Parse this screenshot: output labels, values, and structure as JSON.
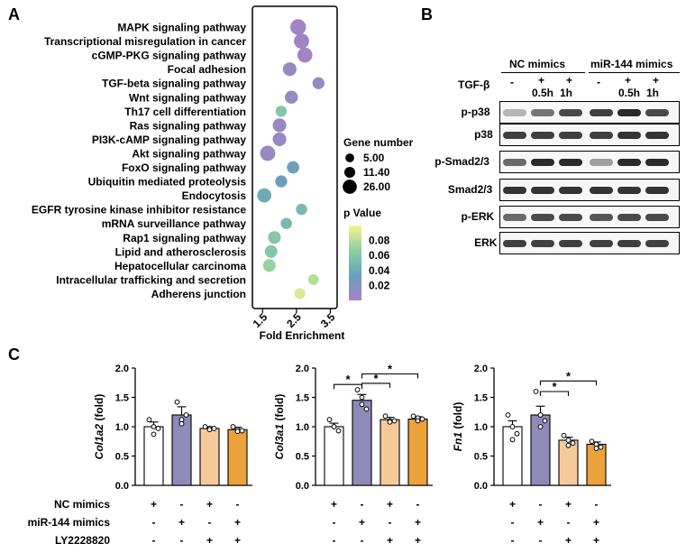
{
  "panels": {
    "a": "A",
    "b": "B",
    "c": "C"
  },
  "chart_data": [
    {
      "type": "scatter",
      "subtype": "bubble",
      "categories": [
        "MAPK signaling pathway",
        "Transcriptional misregulation in cancer",
        "cGMP-PKG signaling pathway",
        "Focal adhesion",
        "TGF-beta signaling pathway",
        "Wnt signaling pathway",
        "Th17 cell differentiation",
        "Ras signaling pathway",
        "PI3K-cAMP signaling pathway",
        "Akt signaling pathway",
        "FoxO signaling pathway",
        "Ubiquitin mediated proteolysis",
        "Endocytosis",
        "EGFR tyrosine kinase inhibitor resistance",
        "mRNA surveillance pathway",
        "Rap1 signaling pathway",
        "Lipid and atherosclerosis",
        "Hepatocellular carcinoma",
        "Intracellular trafficking and secretion",
        "Adherens junction"
      ],
      "x": [
        2.55,
        2.65,
        2.75,
        2.3,
        3.15,
        2.35,
        2.05,
        2.0,
        2.0,
        1.65,
        2.4,
        2.05,
        1.55,
        2.65,
        2.2,
        1.85,
        1.75,
        1.7,
        3.0,
        2.6
      ],
      "gene_number": [
        22,
        20,
        19,
        14,
        9,
        12,
        7,
        14,
        14,
        20,
        10,
        9,
        16,
        7,
        7,
        11,
        11,
        11,
        6,
        6
      ],
      "p_value": [
        0.005,
        0.005,
        0.005,
        0.01,
        0.01,
        0.01,
        0.06,
        0.01,
        0.01,
        0.01,
        0.03,
        0.03,
        0.04,
        0.05,
        0.05,
        0.06,
        0.06,
        0.07,
        0.08,
        0.09
      ],
      "xlabel": "Fold Enrichment",
      "xticks": [
        "1.5",
        "2.5",
        "3.5"
      ],
      "xlim": [
        1.2,
        3.7
      ],
      "size_legend": {
        "title": "Gene number",
        "labels": [
          "5.00",
          "11.40",
          "26.00"
        ],
        "values": [
          5,
          11.4,
          26
        ]
      },
      "color_legend": {
        "title": "p Value",
        "ticks": [
          "0.08",
          "0.06",
          "0.04",
          "0.02"
        ],
        "tick_values": [
          0.08,
          0.06,
          0.04,
          0.02
        ],
        "range": [
          0.0,
          0.1
        ],
        "colors": [
          "#ab80c4",
          "#66a2bb",
          "#8ccfa3",
          "#f5f58e"
        ]
      }
    },
    {
      "type": "table",
      "subtype": "western-blot",
      "group_labels": [
        "NC mimics",
        "miR-144 mimics"
      ],
      "treatment_label": "TGF-β",
      "lanes": [
        {
          "sign": "-",
          "time": ""
        },
        {
          "sign": "+",
          "time": "0.5h"
        },
        {
          "sign": "+",
          "time": "1h"
        },
        {
          "sign": "-",
          "time": ""
        },
        {
          "sign": "+",
          "time": "0.5h"
        },
        {
          "sign": "+",
          "time": "1h"
        }
      ],
      "rows": [
        {
          "label": "p-p38",
          "intensity": [
            0.25,
            0.55,
            0.75,
            0.8,
            0.9,
            0.75
          ]
        },
        {
          "label": "p38",
          "intensity": [
            0.8,
            0.8,
            0.8,
            0.8,
            0.85,
            0.85
          ]
        },
        {
          "label": "p-Smad2/3",
          "intensity": [
            0.6,
            0.9,
            0.9,
            0.35,
            0.9,
            0.9
          ]
        },
        {
          "label": "Smad2/3",
          "intensity": [
            0.85,
            0.85,
            0.85,
            0.85,
            0.85,
            0.85
          ]
        },
        {
          "label": "p-ERK",
          "intensity": [
            0.6,
            0.75,
            0.75,
            0.7,
            0.75,
            0.75
          ]
        },
        {
          "label": "ERK",
          "intensity": [
            0.8,
            0.8,
            0.8,
            0.8,
            0.8,
            0.8
          ]
        }
      ]
    },
    {
      "type": "bar",
      "ylabel": "Col1a2 (fold)",
      "ylim": [
        0,
        2.0
      ],
      "yticks": [
        "0.0",
        "0.5",
        "1.0",
        "1.5",
        "2.0"
      ],
      "values": [
        1.0,
        1.2,
        0.97,
        0.95
      ],
      "errors": [
        0.08,
        0.14,
        0.03,
        0.04
      ],
      "points": [
        [
          1.12,
          1.0,
          0.97,
          0.87
        ],
        [
          1.42,
          1.12,
          1.2,
          1.05
        ],
        [
          1.0,
          0.97,
          0.97,
          0.95
        ],
        [
          1.0,
          0.95,
          0.93,
          0.92
        ]
      ],
      "colors": [
        "#ffffff",
        "#8f8ab8",
        "#f6c99a",
        "#eba23c"
      ],
      "significance": []
    },
    {
      "type": "bar",
      "ylabel": "Col3a1 (fold)",
      "ylim": [
        0,
        2.0
      ],
      "yticks": [
        "0.0",
        "0.5",
        "1.0",
        "1.5",
        "2.0"
      ],
      "values": [
        1.0,
        1.45,
        1.12,
        1.13
      ],
      "errors": [
        0.06,
        0.1,
        0.04,
        0.04
      ],
      "points": [
        [
          1.12,
          1.0,
          0.93,
          1.0
        ],
        [
          1.63,
          1.5,
          1.3,
          1.38
        ],
        [
          1.18,
          1.1,
          1.1,
          1.08
        ],
        [
          1.18,
          1.15,
          1.13,
          1.1
        ]
      ],
      "colors": [
        "#ffffff",
        "#8f8ab8",
        "#f6c99a",
        "#eba23c"
      ],
      "significance": [
        {
          "from": 0,
          "to": 1,
          "label": "*",
          "level": 1.72
        },
        {
          "from": 1,
          "to": 2,
          "label": "*",
          "level": 1.74
        },
        {
          "from": 1,
          "to": 3,
          "label": "*",
          "level": 1.9
        }
      ]
    },
    {
      "type": "bar",
      "ylabel": "Fn1 (fold)",
      "ylim": [
        0,
        2.0
      ],
      "yticks": [
        "0.0",
        "0.5",
        "1.0",
        "1.5",
        "2.0"
      ],
      "values": [
        1.0,
        1.2,
        0.77,
        0.7
      ],
      "errors": [
        0.1,
        0.15,
        0.05,
        0.04
      ],
      "points": [
        [
          1.2,
          1.0,
          0.88,
          0.78
        ],
        [
          1.6,
          1.2,
          1.1,
          1.0
        ],
        [
          0.85,
          0.77,
          0.72,
          0.68
        ],
        [
          0.75,
          0.7,
          0.65,
          0.63
        ]
      ],
      "colors": [
        "#ffffff",
        "#8f8ab8",
        "#f6c99a",
        "#eba23c"
      ],
      "significance": [
        {
          "from": 1,
          "to": 2,
          "label": "*",
          "level": 1.6
        },
        {
          "from": 1,
          "to": 3,
          "label": "*",
          "level": 1.78
        }
      ]
    }
  ],
  "treatment_table": {
    "rows": [
      {
        "label": "NC mimics",
        "signs": [
          "+",
          "-",
          "+",
          "-"
        ]
      },
      {
        "label": "miR-144 mimics",
        "signs": [
          "-",
          "+",
          "-",
          "+"
        ]
      },
      {
        "label": "LY2228820",
        "signs": [
          "-",
          "-",
          "+",
          "+"
        ]
      }
    ]
  }
}
